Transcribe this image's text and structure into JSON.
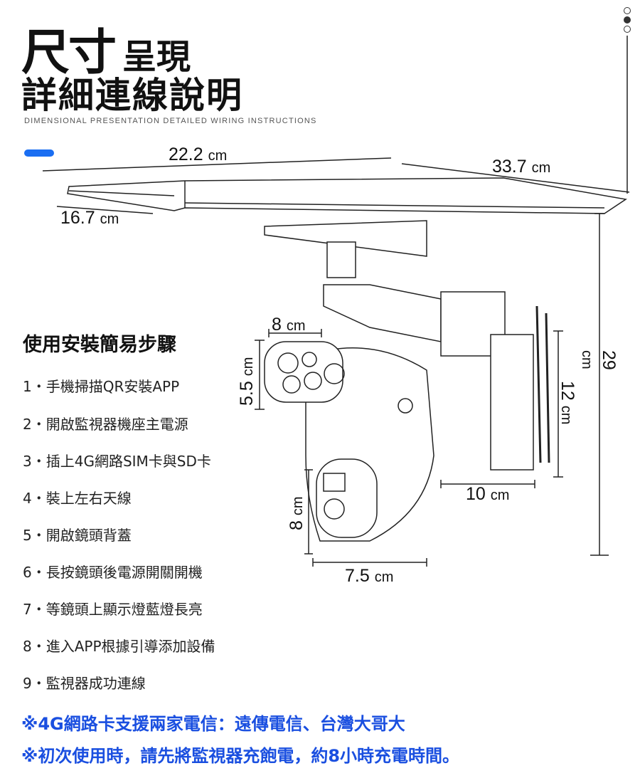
{
  "header": {
    "title_big": "尺寸",
    "title_small": "呈現",
    "title_line2": "詳細連線說明",
    "subtitle": "DIMENSIONAL PRESENTATION DETAILED WIRING INSTRUCTIONS"
  },
  "dimensions": {
    "panel_width": {
      "value": "22.2",
      "unit": "cm"
    },
    "panel_depth": {
      "value": "33.7",
      "unit": "cm"
    },
    "panel_side": {
      "value": "16.7",
      "unit": "cm"
    },
    "total_height": {
      "value": "29",
      "unit": "cm"
    },
    "battery_height": {
      "value": "12",
      "unit": "cm"
    },
    "battery_width": {
      "value": "10",
      "unit": "cm"
    },
    "top_lens_width": {
      "value": "8",
      "unit": "cm"
    },
    "top_lens_height": {
      "value": "5.5",
      "unit": "cm"
    },
    "bottom_lens_height": {
      "value": "8",
      "unit": "cm"
    },
    "bottom_lens_width": {
      "value": "7.5",
      "unit": "cm"
    }
  },
  "steps": {
    "title": "使用安裝簡易步驟",
    "items": [
      "1・手機掃描QR安裝APP",
      "2・開啟監視器機座主電源",
      "3・插上4G網路SIM卡與SD卡",
      "4・裝上左右天線",
      "5・開啟鏡頭背蓋",
      "6・長按鏡頭後電源開關開機",
      "7・等鏡頭上顯示燈藍燈長亮",
      "8・進入APP根據引導添加設備",
      "9・監視器成功連線"
    ]
  },
  "notes": [
    "※4G網路卡支援兩家電信：遠傳電信、台灣大哥大",
    "※初次使用時，請先將監視器充飽電，約8小時充電時間。"
  ],
  "colors": {
    "accent": "#1a6ef2",
    "note": "#1a4fe0"
  }
}
